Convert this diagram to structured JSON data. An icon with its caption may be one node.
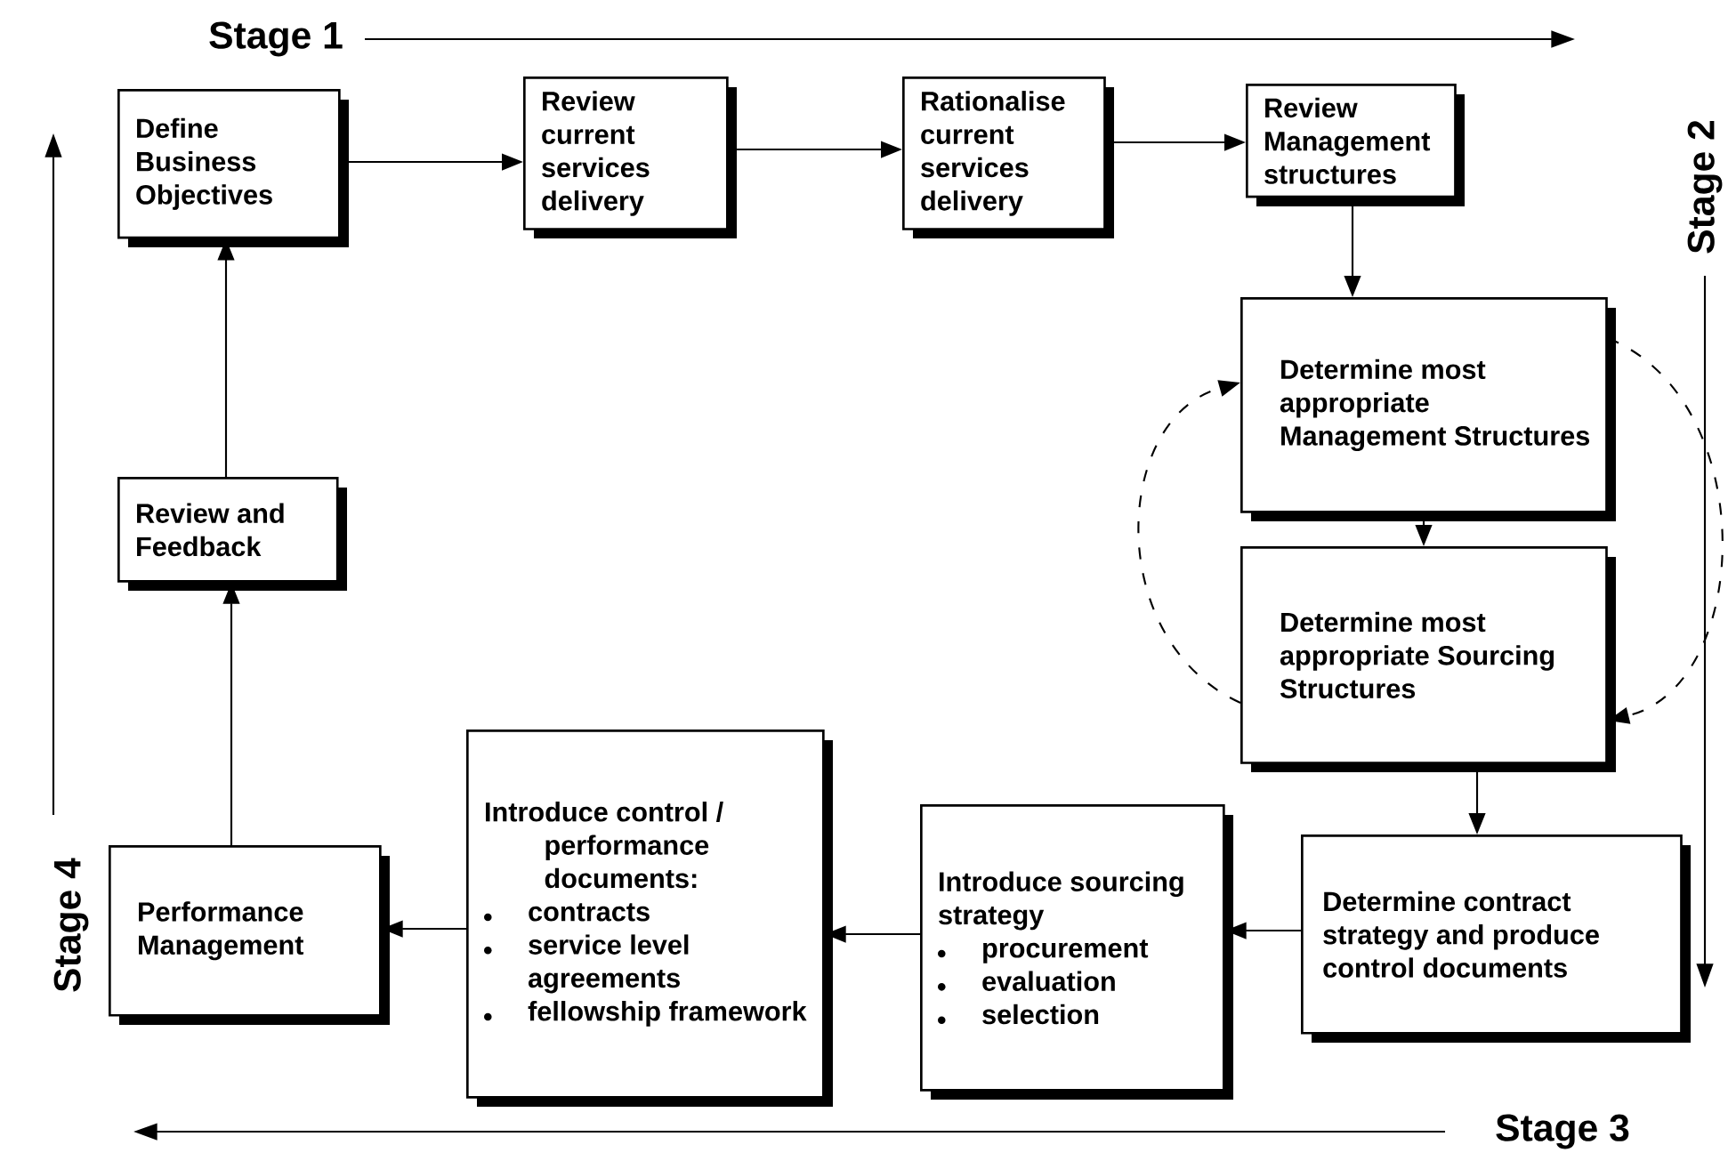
{
  "diagram": {
    "nodes": [
      {
        "text": [
          "Define Business Objectives"
        ]
      },
      {
        "text": [
          "Review current services delivery"
        ]
      },
      {
        "text": [
          "Rationalise current services delivery"
        ]
      },
      {
        "text": [
          "Review Management structures"
        ]
      },
      {
        "text": [
          "Determine most appropriate Management Structures"
        ]
      },
      {
        "text": [
          "Determine most appropriate Sourcing Structures"
        ]
      },
      {
        "text": [
          "Determine contract strategy and produce control documents"
        ]
      },
      {
        "text": [
          "Introduce sourcing strategy",
          "procurement",
          "evaluation",
          "selection"
        ]
      },
      {
        "text": [
          "Introduce control / performance documents:",
          "contracts",
          "service level agreements",
          "fellowship framework"
        ]
      },
      {
        "text": [
          "Performance Management"
        ]
      },
      {
        "text": [
          "Review and Feedback"
        ]
      }
    ],
    "edges": [
      {
        "from": 0,
        "to": 1,
        "arrow": "to"
      },
      {
        "from": 1,
        "to": 2,
        "arrow": "to"
      },
      {
        "from": 2,
        "to": 3,
        "arrow": "to"
      },
      {
        "from": 3,
        "to": 4,
        "arrow": "to"
      },
      {
        "from": 4,
        "to": 5,
        "arrow": "to"
      },
      {
        "from": 5,
        "to": 6,
        "arrow": "to"
      },
      {
        "from": 6,
        "to": 7,
        "arrow": "to"
      },
      {
        "from": 7,
        "to": 8,
        "arrow": "to"
      },
      {
        "from": 8,
        "to": 9,
        "arrow": "to"
      },
      {
        "from": 9,
        "to": 10,
        "arrow": "to"
      },
      {
        "from": 10,
        "to": 0,
        "arrow": "to"
      },
      {
        "from": 5,
        "to": 4,
        "arrow": "to",
        "style": "dashed"
      },
      {
        "from": 4,
        "to": 5,
        "arrow": "to",
        "style": "dashed"
      }
    ],
    "labels": [
      "Stage 1",
      "Stage 2",
      "Stage 3",
      "Stage 4"
    ]
  }
}
